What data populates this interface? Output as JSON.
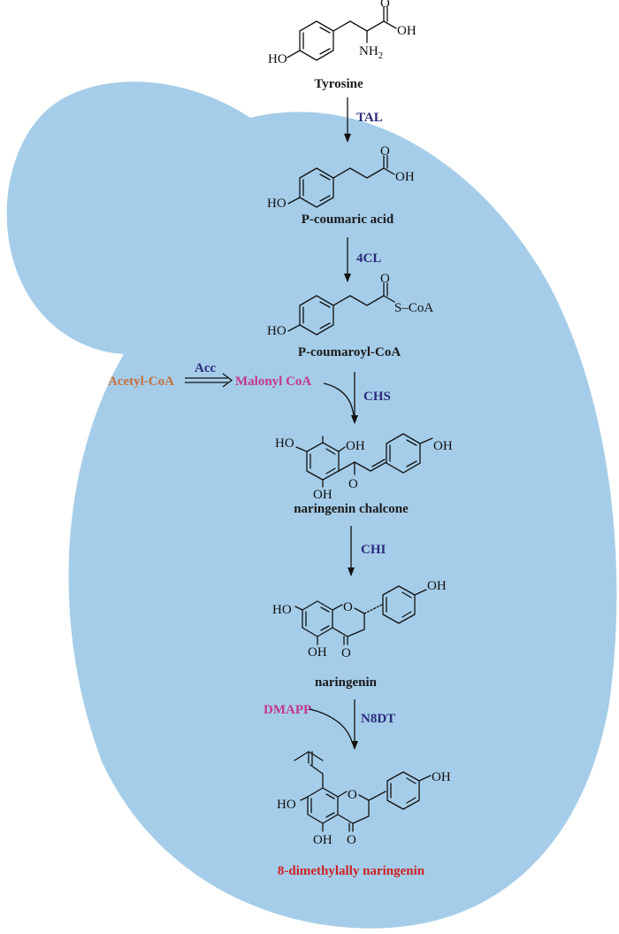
{
  "colors": {
    "cell": "#a5cde9",
    "enzyme": "#2b2b7c",
    "cofactor_orange": "#c8703a",
    "cofactor_magenta": "#c4368a",
    "product_red": "#cc2222"
  },
  "compounds": {
    "tyrosine": "Tyrosine",
    "p_coumaric_acid": "P-coumaric acid",
    "p_coumaroyl_coa": "P-coumaroyl-CoA",
    "naringenin_chalcone": "naringenin chalcone",
    "naringenin": "naringenin",
    "product": "8-dimethylally naringenin"
  },
  "enzymes": {
    "tal": "TAL",
    "fourcl": "4CL",
    "acc": "Acc",
    "chs": "CHS",
    "chi": "CHI",
    "n8dt": "N8DT"
  },
  "cofactors": {
    "acetyl_coa": "Acetyl-CoA",
    "malonyl_coa": "Malonyl CoA",
    "dmapp": "DMAPP"
  },
  "atoms": {
    "ho": "HO",
    "oh": "OH",
    "o": "O",
    "nh2_n": "NH",
    "nh2_sub": "2",
    "s_coa": "S–CoA"
  }
}
